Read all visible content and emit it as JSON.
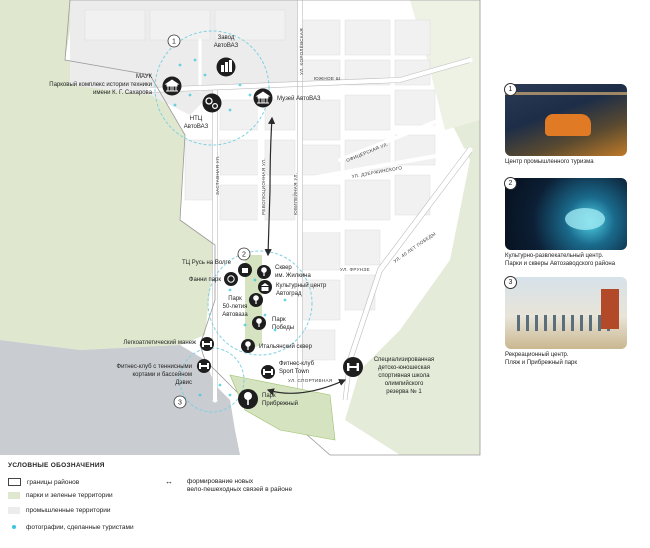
{
  "map": {
    "streets": {
      "korolev": "УЛ. КОРОЛЁВСКАЯ",
      "yuzhnoe": "ЮЖНОЕ Ш.",
      "zastavnaya": "ЗАСТАВНАЯ УЛ.",
      "revolyutsionnaya": "РЕВОЛЮЦИОННАЯ УЛ.",
      "yubileynaya": "ЮБИЛЕЙНАЯ УЛ.",
      "ofitserskaya": "ОФИЦЕРСКАЯ УЛ.",
      "dzerzhinskogo": "УЛ. ДЗЕРЖИНСКОГО",
      "frunze": "УЛ. ФРУНЗЕ",
      "pobedy": "УЛ. 40 ЛЕТ ПОБЕДЫ",
      "sportivnaya": "УЛ. СПОРТИВНАЯ"
    },
    "zones": [
      "1",
      "2",
      "3"
    ],
    "pois": {
      "zavod": [
        "Завод",
        "АвтоВАЗ"
      ],
      "mauk": [
        "МАУК",
        "Парковый комплекс истории техники",
        "имени К. Г. Сахарова"
      ],
      "ntc": [
        "НТЦ",
        "АвтоВАЗ"
      ],
      "muzey": "Музей АвтоВАЗ",
      "tc_rus": "ТЦ Русь на Волге",
      "fanni": "Фанни парк",
      "skver_zhilkina": [
        "Сквер",
        "им. Жилкина"
      ],
      "avtograd": [
        "Культурный центр",
        "Автоград"
      ],
      "park50": [
        "Парк",
        "50-летия",
        "Автоваза"
      ],
      "park_pobedy": [
        "Парк",
        "Победы"
      ],
      "italian": "Итальянский сквер",
      "manezh": "Легкоатлетический манеж",
      "dvis": [
        "Фитнес-клуб с теннисными",
        "кортами и бассейном",
        "Дэвис"
      ],
      "sport_town": [
        "Фитнес-клуб",
        "Sport Town"
      ],
      "pribrezhny": [
        "Парк",
        "Прибрежный"
      ],
      "school": [
        "Специализированная",
        "детско-юношеская",
        "спортивная школа",
        "олимпийского",
        "резерва № 1"
      ]
    }
  },
  "photos": [
    {
      "num": "1",
      "caption": [
        "Центр промышленного туризма"
      ]
    },
    {
      "num": "2",
      "caption": [
        "Культурно-развлекательный центр.",
        "Парки и скверы Автозаводского района"
      ]
    },
    {
      "num": "3",
      "caption": [
        "Рекреационный центр.",
        "Пляж и Прибрежный парк"
      ]
    }
  ],
  "legend": {
    "title": "УСЛОВНЫЕ ОБОЗНАЧЕНИЯ",
    "items": [
      {
        "label": "границы районов",
        "swatch": "border"
      },
      {
        "label": "парки и зеленые территории",
        "swatch": "#dfe8cf"
      },
      {
        "label": "промышленные территории",
        "swatch": "#ececec"
      },
      {
        "label": "фотографии, сделанные туристами",
        "swatch": "dot"
      }
    ],
    "arrow_label": [
      "формирование новых",
      "вело-пешеходных связей в районе"
    ]
  },
  "colors": {
    "green": "#dfe8cf",
    "industrial": "#ececec",
    "water": "#c9ccd0",
    "road": "#ffffff",
    "dot": "#3cc6e0",
    "highlight": "#7fd0e3",
    "route": "#2a2a2a"
  }
}
